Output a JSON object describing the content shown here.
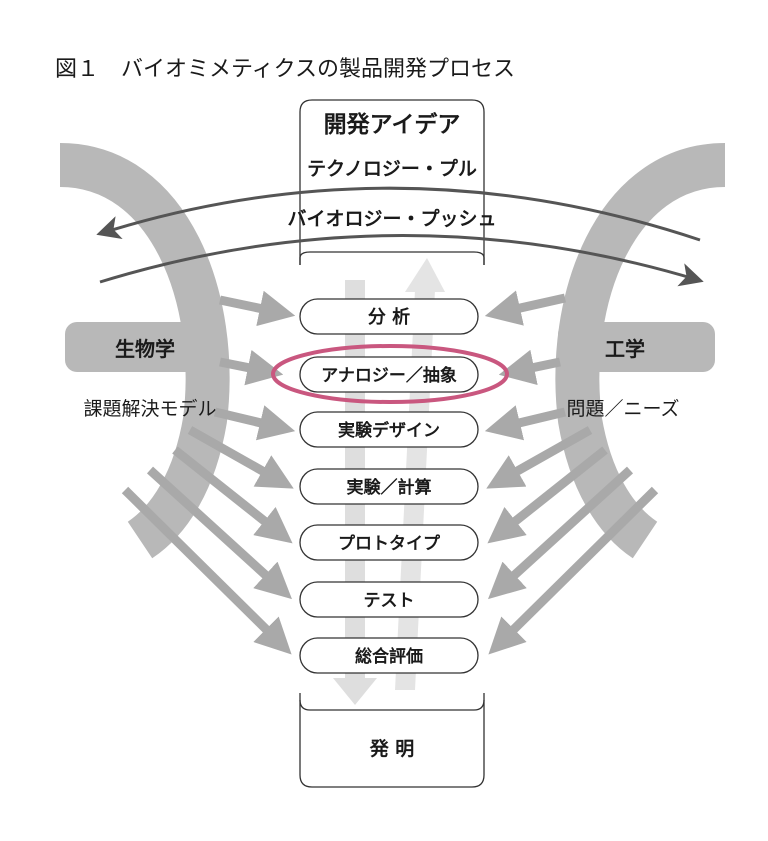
{
  "figure": {
    "title": "図１　バイオミメティクスの製品開発プロセス",
    "top_box": "開発アイデア",
    "technology_pull": "テクノロジー・プル",
    "biology_push": "バイオロジー・プッシュ",
    "left": {
      "label": "生物学",
      "sub": "課題解決モデル"
    },
    "right": {
      "label": "工学",
      "sub": "問題／ニーズ"
    },
    "steps": [
      "分 析",
      "アナロジー／抽象",
      "実験デザイン",
      "実験／計算",
      "プロトタイプ",
      "テスト",
      "総合評価"
    ],
    "bottom_box": "発 明",
    "highlight_color": "#c9577f"
  }
}
